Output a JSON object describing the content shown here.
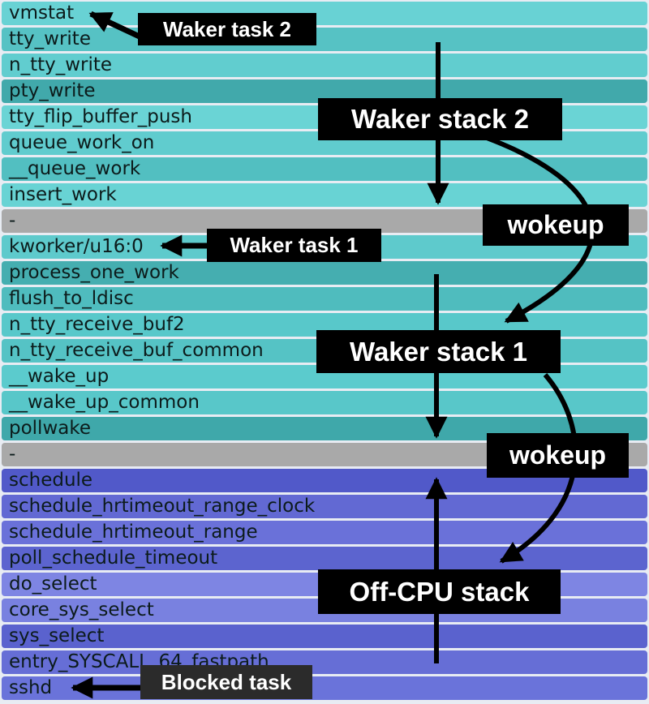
{
  "frames": [
    {
      "label": "vmstat",
      "color": "#68d2d4"
    },
    {
      "label": "tty_write",
      "color": "#56c2c4"
    },
    {
      "label": "n_tty_write",
      "color": "#61cdcf"
    },
    {
      "label": "pty_write",
      "color": "#41a9ab"
    },
    {
      "label": "tty_flip_buffer_push",
      "color": "#6ad4d5"
    },
    {
      "label": "queue_work_on",
      "color": "#60ccce"
    },
    {
      "label": "__queue_work",
      "color": "#52bfc1"
    },
    {
      "label": "insert_work",
      "color": "#68d3d4"
    },
    {
      "label": "-",
      "color": "#a9a9a9"
    },
    {
      "label": "kworker/u16:0",
      "color": "#5ecacc"
    },
    {
      "label": "process_one_work",
      "color": "#45aeb0"
    },
    {
      "label": "flush_to_ldisc",
      "color": "#4fbcbe"
    },
    {
      "label": "n_tty_receive_buf2",
      "color": "#58c8ca"
    },
    {
      "label": "n_tty_receive_buf_common",
      "color": "#55c3c5"
    },
    {
      "label": "__wake_up",
      "color": "#5bcbcd"
    },
    {
      "label": "__wake_up_common",
      "color": "#58c7c9"
    },
    {
      "label": "pollwake",
      "color": "#3fa8aa"
    },
    {
      "label": "-",
      "color": "#a9a9a9"
    },
    {
      "label": "schedule",
      "color": "#5159c9"
    },
    {
      "label": "schedule_hrtimeout_range_clock",
      "color": "#6269d3"
    },
    {
      "label": "schedule_hrtimeout_range",
      "color": "#6a71d9"
    },
    {
      "label": "poll_schedule_timeout",
      "color": "#5c64cf"
    },
    {
      "label": "do_select",
      "color": "#7e85e3"
    },
    {
      "label": "core_sys_select",
      "color": "#7981e0"
    },
    {
      "label": "sys_select",
      "color": "#5a62ce"
    },
    {
      "label": "entry_SYSCALL_64_fastpath",
      "color": "#666ed6"
    },
    {
      "label": "sshd",
      "color": "#6a73da"
    }
  ],
  "annotations": {
    "waker_task_2": "Waker task 2",
    "waker_stack_2": "Waker stack 2",
    "wokeup_1": "wokeup",
    "waker_task_1": "Waker task 1",
    "waker_stack_1": "Waker stack 1",
    "wokeup_2": "wokeup",
    "off_cpu_stack": "Off-CPU stack",
    "blocked_task": "Blocked task"
  },
  "colors": {
    "background": "#e8ecf3",
    "annotation_bg": "#000000",
    "blocked_task_bg": "#2b2b2b",
    "annotation_text": "#ffffff",
    "arrow": "#000000",
    "separator_row": "#a9a9a9",
    "frame_text": "#0c1b1b"
  }
}
